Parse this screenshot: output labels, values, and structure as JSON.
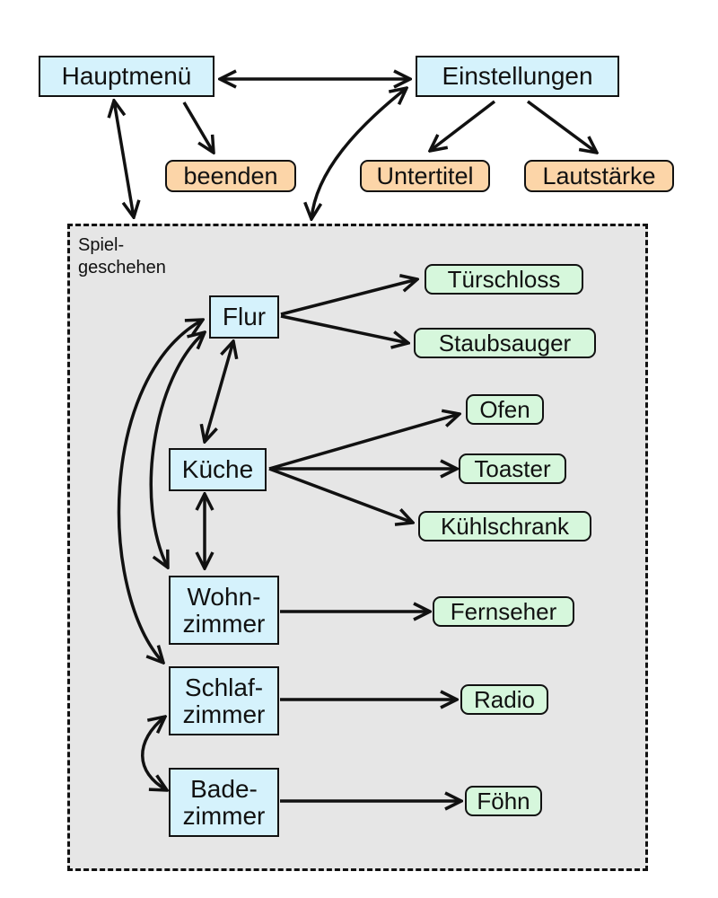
{
  "colors": {
    "screen_fill": "#d5f2fc",
    "menu_action_fill": "#fcd5a8",
    "game_item_fill": "#d6f7dc",
    "game_area_fill": "#e6e6e6",
    "stroke": "#111111"
  },
  "main_menu": {
    "label": "Hauptmenü"
  },
  "settings": {
    "label": "Einstellungen"
  },
  "menu_actions": {
    "quit": "beenden",
    "subtitles": "Untertitel",
    "volume": "Lautstärke"
  },
  "game_area": {
    "label": "Spiel-\ngeschehen"
  },
  "rooms": {
    "hall": "Flur",
    "kitchen": "Küche",
    "living_room": "Wohn-\nzimmer",
    "bedroom": "Schlaf-\nzimmer",
    "bathroom": "Bade-\nzimmer"
  },
  "objects": {
    "door_lock": "Türschloss",
    "vacuum": "Staubsauger",
    "oven": "Ofen",
    "toaster": "Toaster",
    "fridge": "Kühlschrank",
    "tv": "Fernseher",
    "radio": "Radio",
    "hairdryer": "Föhn"
  },
  "connections": [
    {
      "from": "Hauptmenü",
      "to": "Einstellungen",
      "direction": "both"
    },
    {
      "from": "Hauptmenü",
      "to": "beenden",
      "direction": "forward"
    },
    {
      "from": "Einstellungen",
      "to": "Untertitel",
      "direction": "forward"
    },
    {
      "from": "Einstellungen",
      "to": "Lautstärke",
      "direction": "forward"
    },
    {
      "from": "Hauptmenü",
      "to": "Spielgeschehen",
      "direction": "both"
    },
    {
      "from": "Einstellungen",
      "to": "Spielgeschehen",
      "direction": "both"
    },
    {
      "from": "Flur",
      "to": "Türschloss",
      "direction": "forward"
    },
    {
      "from": "Flur",
      "to": "Staubsauger",
      "direction": "forward"
    },
    {
      "from": "Flur",
      "to": "Küche",
      "direction": "both"
    },
    {
      "from": "Flur",
      "to": "Wohnzimmer",
      "direction": "both"
    },
    {
      "from": "Flur",
      "to": "Schlafzimmer",
      "direction": "both"
    },
    {
      "from": "Küche",
      "to": "Ofen",
      "direction": "forward"
    },
    {
      "from": "Küche",
      "to": "Toaster",
      "direction": "forward"
    },
    {
      "from": "Küche",
      "to": "Kühlschrank",
      "direction": "forward"
    },
    {
      "from": "Küche",
      "to": "Wohnzimmer",
      "direction": "both"
    },
    {
      "from": "Wohnzimmer",
      "to": "Fernseher",
      "direction": "forward"
    },
    {
      "from": "Schlafzimmer",
      "to": "Radio",
      "direction": "forward"
    },
    {
      "from": "Schlafzimmer",
      "to": "Badezimmer",
      "direction": "both"
    },
    {
      "from": "Badezimmer",
      "to": "Föhn",
      "direction": "forward"
    }
  ]
}
